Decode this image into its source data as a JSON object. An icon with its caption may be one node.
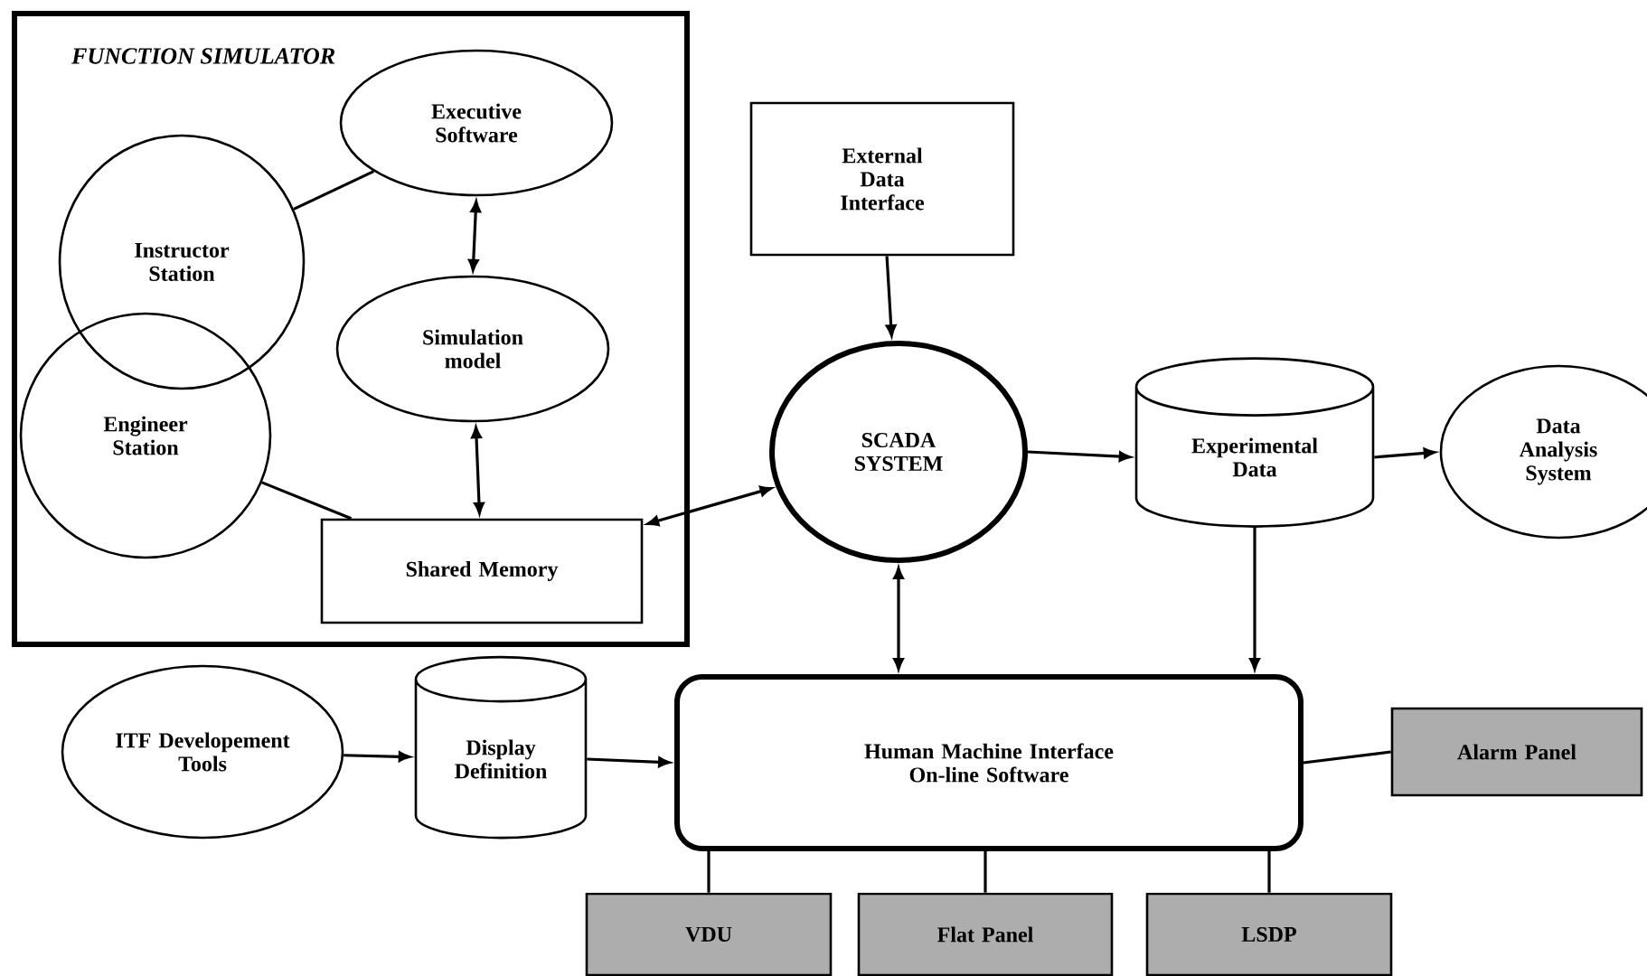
{
  "diagram": {
    "nodes": [
      {
        "text": [
          "FUNCTION SIMULATOR"
        ]
      },
      {
        "text": [
          "Executive Software"
        ],
        "in": 0
      },
      {
        "text": [
          "Instructor Station"
        ],
        "in": 0
      },
      {
        "text": [
          "Simulation model"
        ],
        "in": 0
      },
      {
        "text": [
          "Engineer Station"
        ],
        "in": 0
      },
      {
        "text": [
          "Shared Memory"
        ],
        "in": 0
      },
      {
        "text": [
          "External Data Interface"
        ]
      },
      {
        "text": [
          "SCADA SYSTEM"
        ]
      },
      {
        "text": [
          "Experimental Data"
        ]
      },
      {
        "text": [
          "Data Analysis System"
        ]
      },
      {
        "text": [
          "ITF Developement Tools"
        ]
      },
      {
        "text": [
          "Display Definition"
        ]
      },
      {
        "text": [
          "Human Machine Interface On-line Software"
        ]
      },
      {
        "text": [
          "Alarm Panel"
        ]
      },
      {
        "text": [
          "VDU"
        ]
      },
      {
        "text": [
          "Flat Panel"
        ]
      },
      {
        "text": [
          "LSDP"
        ]
      }
    ],
    "edges": [
      {
        "from": 1,
        "to": 2,
        "arrow": "none"
      },
      {
        "from": 1,
        "to": 3,
        "arrow": "both"
      },
      {
        "from": 3,
        "to": 5,
        "arrow": "both"
      },
      {
        "from": 4,
        "to": 5,
        "arrow": "none"
      },
      {
        "from": 5,
        "to": 7,
        "arrow": "both"
      },
      {
        "from": 6,
        "to": 7,
        "arrow": "to"
      },
      {
        "from": 7,
        "to": 8,
        "arrow": "to"
      },
      {
        "from": 8,
        "to": 9,
        "arrow": "to"
      },
      {
        "from": 7,
        "to": 12,
        "arrow": "both"
      },
      {
        "from": 8,
        "to": 12,
        "arrow": "to"
      },
      {
        "from": 10,
        "to": 11,
        "arrow": "to"
      },
      {
        "from": 11,
        "to": 12,
        "arrow": "to"
      },
      {
        "from": 12,
        "to": 13,
        "arrow": "none"
      },
      {
        "from": 12,
        "to": 14,
        "arrow": "none"
      },
      {
        "from": 12,
        "to": 15,
        "arrow": "none"
      },
      {
        "from": 12,
        "to": 16,
        "arrow": "none"
      }
    ]
  }
}
